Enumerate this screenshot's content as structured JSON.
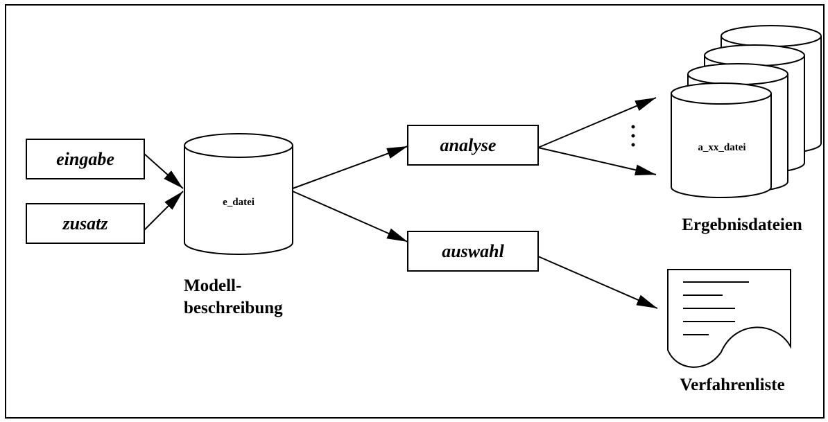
{
  "processes": {
    "eingabe": "eingabe",
    "zusatz": "zusatz",
    "analyse": "analyse",
    "auswahl": "auswahl"
  },
  "files": {
    "model_db": "e_datei",
    "result_db": "a_xx_datei"
  },
  "captions": {
    "model_line1": "Modell-",
    "model_line2": "beschreibung",
    "results": "Ergebnisdateien",
    "list": "Verfahrenliste"
  }
}
